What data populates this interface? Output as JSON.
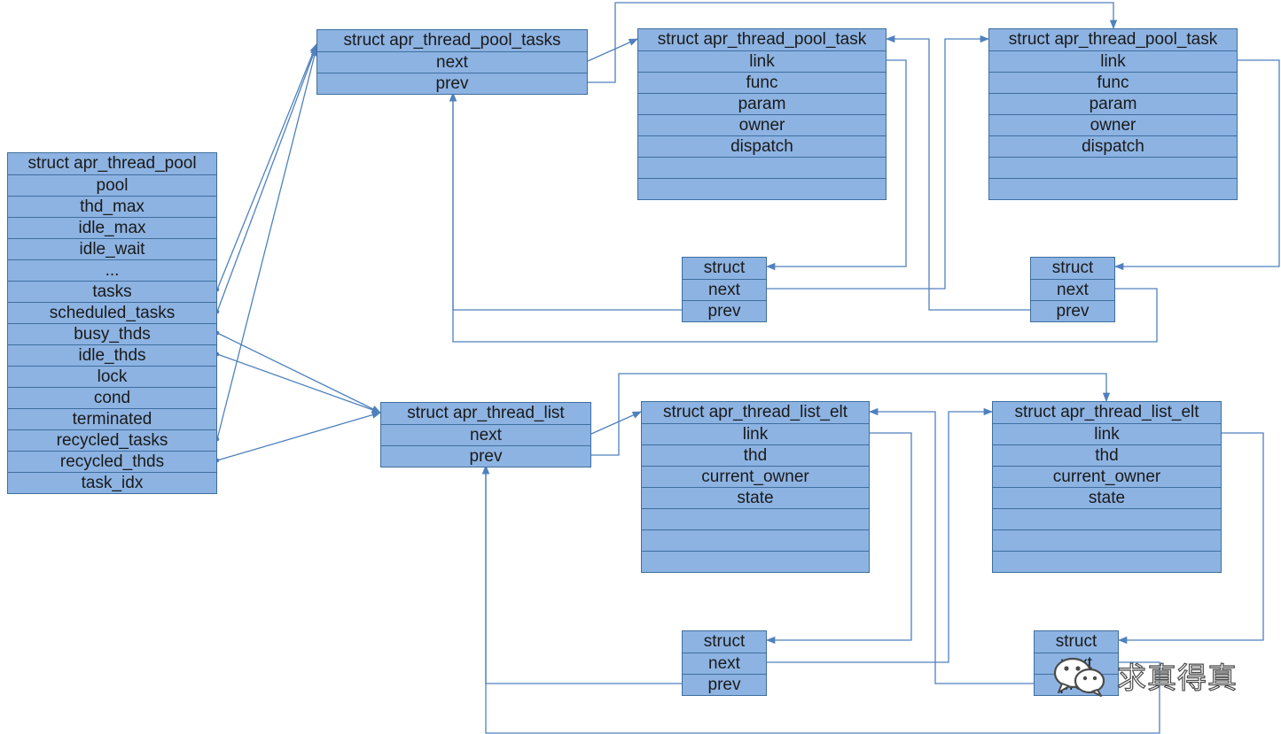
{
  "boxes": [
    {
      "id": "thread-pool",
      "rows": [
        "struct apr_thread_pool",
        "pool",
        "thd_max",
        "idle_max",
        "idle_wait",
        "...",
        "tasks",
        "scheduled_tasks",
        "busy_thds",
        "idle_thds",
        "lock",
        "cond",
        "terminated",
        "recycled_tasks",
        "recycled_thds",
        "task_idx"
      ]
    },
    {
      "id": "thread-pool-tasks",
      "rows": [
        "struct apr_thread_pool_tasks",
        "next",
        "prev"
      ]
    },
    {
      "id": "pool-task-1",
      "rows": [
        "struct apr_thread_pool_task",
        "link",
        "func",
        "param",
        "owner",
        "dispatch",
        "",
        ""
      ]
    },
    {
      "id": "pool-task-2",
      "rows": [
        "struct apr_thread_pool_task",
        "link",
        "func",
        "param",
        "owner",
        "dispatch",
        "",
        ""
      ]
    },
    {
      "id": "task-link-1",
      "rows": [
        "struct",
        "next",
        "prev"
      ]
    },
    {
      "id": "task-link-2",
      "rows": [
        "struct",
        "next",
        "prev"
      ]
    },
    {
      "id": "thread-list",
      "rows": [
        "struct apr_thread_list",
        "next",
        "prev"
      ]
    },
    {
      "id": "list-elt-1",
      "rows": [
        "struct apr_thread_list_elt",
        "link",
        "thd",
        "current_owner",
        "state",
        "",
        "",
        ""
      ]
    },
    {
      "id": "list-elt-2",
      "rows": [
        "struct apr_thread_list_elt",
        "link",
        "thd",
        "current_owner",
        "state",
        "",
        "",
        ""
      ]
    },
    {
      "id": "elt-link-1",
      "rows": [
        "struct",
        "next",
        "prev"
      ]
    },
    {
      "id": "elt-link-2",
      "rows": [
        "struct",
        "next",
        "prev"
      ]
    }
  ],
  "watermark": {
    "text": "求真得真",
    "icon": "wechat-icon"
  },
  "colors": {
    "box_fill": "#8db3e2",
    "box_border": "#3e6f9f",
    "line": "#4f81bd"
  }
}
